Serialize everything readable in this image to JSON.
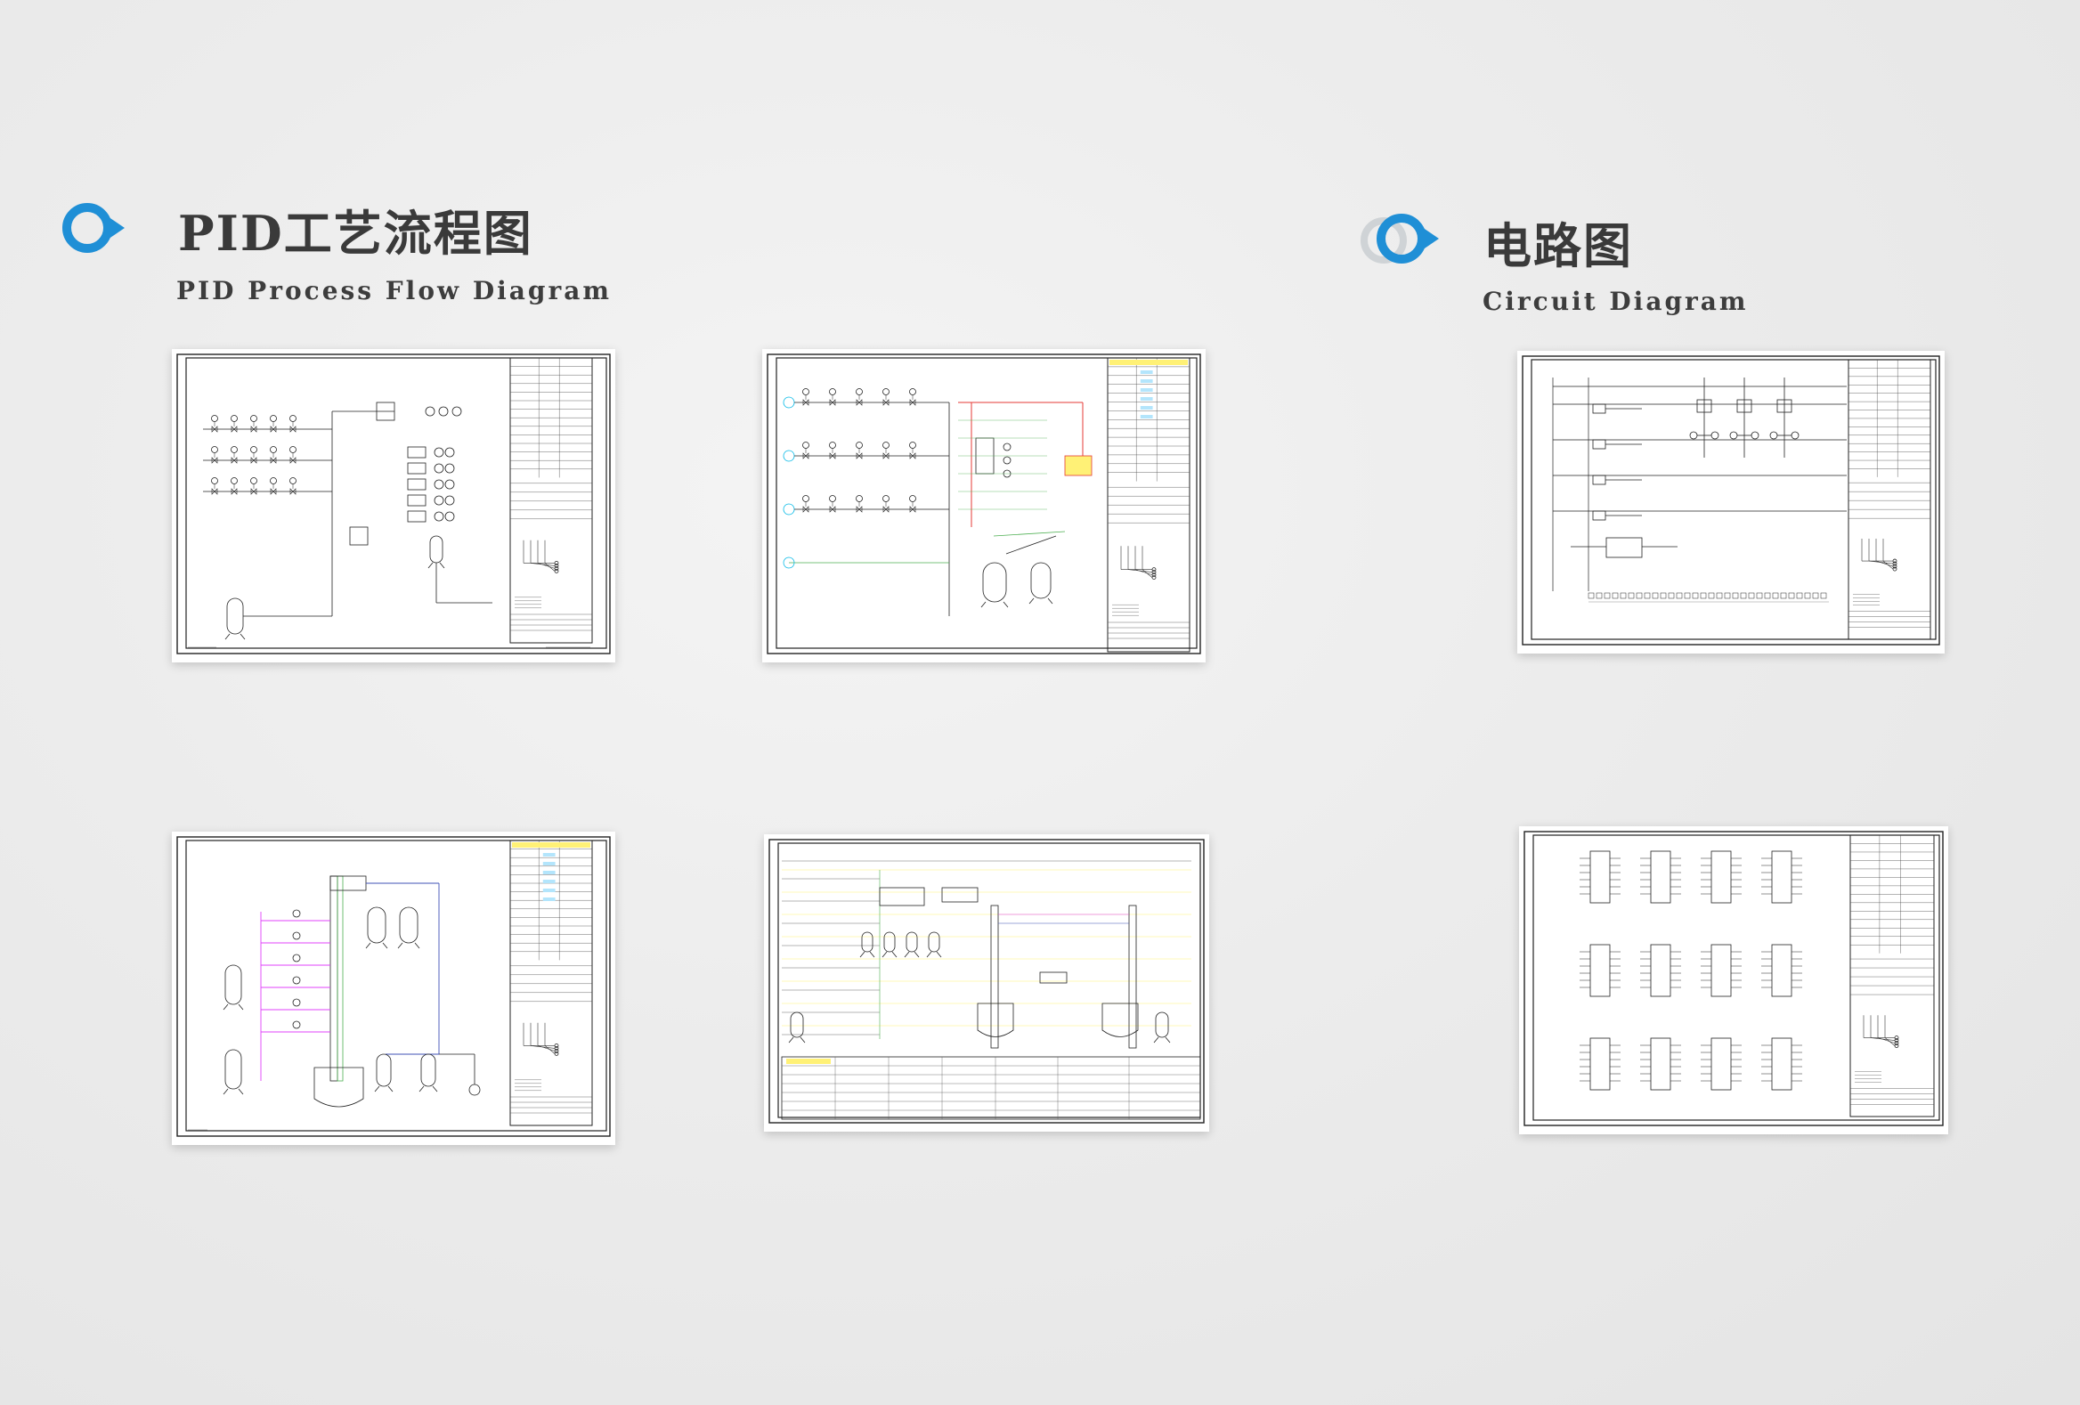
{
  "colors": {
    "accent": "#1f8fd6",
    "heading": "#3a3a3a",
    "line_cyan": "#00b8e6",
    "line_green": "#4caf50",
    "line_red": "#e53935",
    "line_magenta": "#e040fb",
    "line_blue": "#3f51b5",
    "fill_yellow": "#fff176"
  },
  "sections": [
    {
      "title_cn": "PID工艺流程图",
      "title_en": "PID Process Flow Diagram",
      "icon": "location-ring-icon"
    },
    {
      "title_cn": "电路图",
      "title_en": "Circuit Diagram",
      "icon": "location-ring-icon"
    }
  ],
  "drawings": [
    {
      "section": "PID Process Flow Diagram",
      "kind": "pid",
      "style": "mono"
    },
    {
      "section": "PID Process Flow Diagram",
      "kind": "pid",
      "style": "colored"
    },
    {
      "section": "PID Process Flow Diagram",
      "kind": "pid",
      "style": "column"
    },
    {
      "section": "PID Process Flow Diagram",
      "kind": "pid",
      "style": "landscape"
    },
    {
      "section": "Circuit Diagram",
      "kind": "circuit",
      "style": "bus"
    },
    {
      "section": "Circuit Diagram",
      "kind": "circuit",
      "style": "chips"
    }
  ]
}
